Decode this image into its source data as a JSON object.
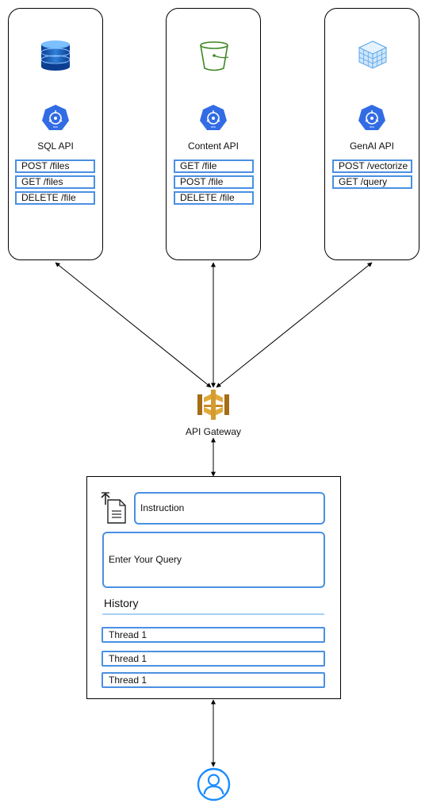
{
  "services": [
    {
      "title": "SQL API",
      "storage_icon": "database-icon",
      "endpoints": [
        "POST /files",
        "GET /files",
        "DELETE /file"
      ]
    },
    {
      "title": "Content API",
      "storage_icon": "s3-bucket-icon",
      "endpoints": [
        "GET /file",
        "POST /file",
        "DELETE /file"
      ]
    },
    {
      "title": "GenAI API",
      "storage_icon": "vector-store-icon",
      "endpoints": [
        "POST /vectorize",
        "GET /query"
      ]
    }
  ],
  "gateway": {
    "label": "API Gateway"
  },
  "client": {
    "instruction_label": "Instruction",
    "query_placeholder": "Enter Your Query",
    "history_label": "History",
    "threads": [
      "Thread 1",
      "Thread 1",
      "Thread 1"
    ]
  },
  "colors": {
    "accent": "#4a90e2",
    "k8s_blue": "#326ce5",
    "bucket_green": "#3f8624",
    "gateway_gold": "#d39c2f",
    "history_rule": "#a8d0f5"
  }
}
